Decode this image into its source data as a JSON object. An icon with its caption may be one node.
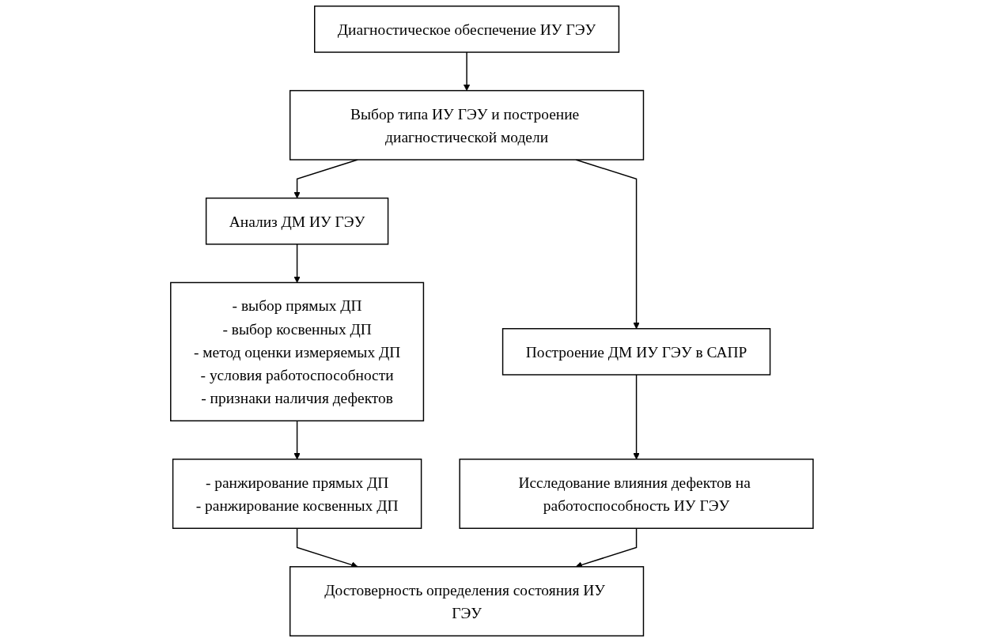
{
  "diagram": {
    "nodes": [
      {
        "text": [
          "Диагностическое обеспечение ИУ ГЭУ"
        ]
      },
      {
        "text": [
          "Выбор типа ИУ ГЭУ и построение диагностической модели"
        ]
      },
      {
        "text": [
          "Анализ ДМ ИУ ГЭУ"
        ]
      },
      {
        "text": [
          "Построение ДМ ИУ ГЭУ в САПР"
        ]
      },
      {
        "text": [
          "- выбор прямых ДП",
          "- выбор косвенных ДП",
          "- метод оценки измеряемых ДП",
          "- условия работоспособности",
          "- признаки наличия дефектов"
        ]
      },
      {
        "text": [
          "Исследование влияния дефектов на работоспособность ИУ ГЭУ"
        ]
      },
      {
        "text": [
          "- ранжирование прямых ДП",
          "- ранжирование косвенных ДП"
        ]
      },
      {
        "text": [
          "Достоверность определения состояния ИУ ГЭУ"
        ]
      }
    ],
    "edges": [
      {
        "from": 0,
        "to": 1,
        "arrow": "to"
      },
      {
        "from": 1,
        "to": 2,
        "arrow": "to"
      },
      {
        "from": 1,
        "to": 3,
        "arrow": "to"
      },
      {
        "from": 2,
        "to": 4,
        "arrow": "to"
      },
      {
        "from": 3,
        "to": 5,
        "arrow": "to"
      },
      {
        "from": 4,
        "to": 6,
        "arrow": "to"
      },
      {
        "from": 6,
        "to": 7,
        "arrow": "to"
      },
      {
        "from": 5,
        "to": 7,
        "arrow": "to"
      }
    ]
  }
}
